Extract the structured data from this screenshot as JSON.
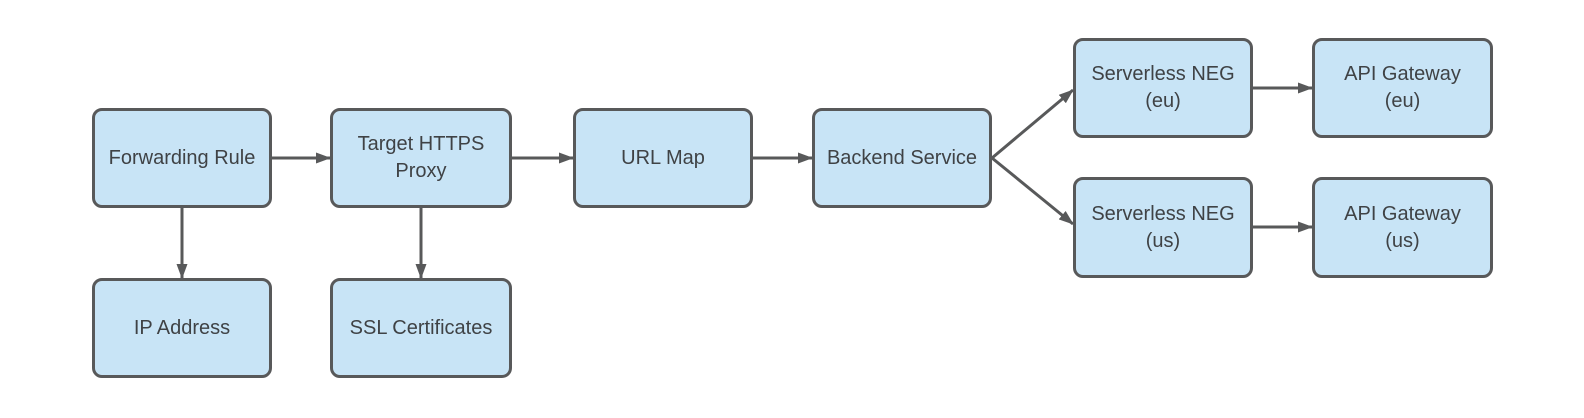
{
  "theme": {
    "canvas_bg": "#ffffff",
    "node_fill": "#c8e4f6",
    "node_border": "#58595a",
    "node_text": "#3f4245",
    "arrow_color": "#58595a"
  },
  "diagram": {
    "type": "flowchart",
    "nodes": [
      {
        "id": "forwarding-rule",
        "label": "Forwarding Rule"
      },
      {
        "id": "target-https-proxy",
        "label": "Target HTTPS\nProxy"
      },
      {
        "id": "url-map",
        "label": "URL Map"
      },
      {
        "id": "backend-service",
        "label": "Backend Service"
      },
      {
        "id": "serverless-neg-eu",
        "label": "Serverless NEG\n(eu)"
      },
      {
        "id": "api-gateway-eu",
        "label": "API Gateway\n(eu)"
      },
      {
        "id": "serverless-neg-us",
        "label": "Serverless NEG\n(us)"
      },
      {
        "id": "api-gateway-us",
        "label": "API Gateway\n(us)"
      },
      {
        "id": "ip-address",
        "label": "IP Address"
      },
      {
        "id": "ssl-certificates",
        "label": "SSL Certificates"
      }
    ],
    "edges": [
      {
        "from": "forwarding-rule",
        "to": "target-https-proxy"
      },
      {
        "from": "forwarding-rule",
        "to": "ip-address"
      },
      {
        "from": "target-https-proxy",
        "to": "url-map"
      },
      {
        "from": "target-https-proxy",
        "to": "ssl-certificates"
      },
      {
        "from": "url-map",
        "to": "backend-service"
      },
      {
        "from": "backend-service",
        "to": "serverless-neg-eu"
      },
      {
        "from": "backend-service",
        "to": "serverless-neg-us"
      },
      {
        "from": "serverless-neg-eu",
        "to": "api-gateway-eu"
      },
      {
        "from": "serverless-neg-us",
        "to": "api-gateway-us"
      }
    ]
  }
}
